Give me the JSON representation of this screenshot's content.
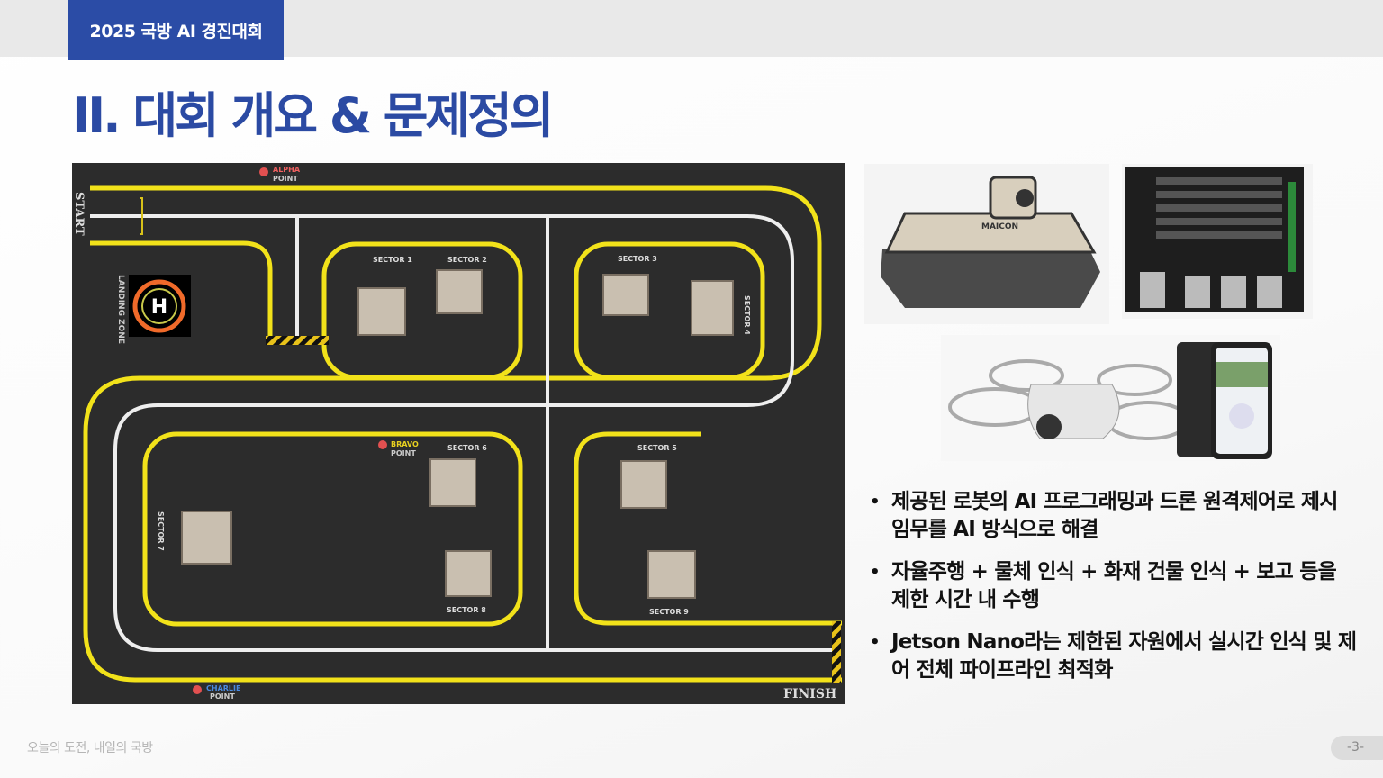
{
  "header": {
    "tab_label": "2025 국방 AI 경진대회",
    "title": "II. 대회 개요 & 문제정의"
  },
  "map": {
    "start": "START",
    "finish": "FINISH",
    "landing_zone": "LANDING ZONE",
    "points": [
      {
        "name": "ALPHA",
        "sub": "POINT"
      },
      {
        "name": "BRAVO",
        "sub": "POINT"
      },
      {
        "name": "CHARLIE",
        "sub": "POINT"
      }
    ],
    "sectors": [
      "SECTOR 1",
      "SECTOR 2",
      "SECTOR 3",
      "SECTOR 4",
      "SECTOR 5",
      "SECTOR 6",
      "SECTOR 7",
      "SECTOR 8",
      "SECTOR 9"
    ]
  },
  "images": {
    "tank_label": "MAICON"
  },
  "bullets": [
    "제공된 로봇의 AI 프로그래밍과 드론 원격제어로 제시 임무를 AI 방식으로 해결",
    "자율주행 + 물체 인식 + 화재 건물 인식 + 보고 등을 제한 시간 내 수행",
    "Jetson Nano라는 제한된 자원에서 실시간 인식 및 제어 전체 파이프라인 최적화"
  ],
  "footer": {
    "slogan": "오늘의 도전, 내일의 국방",
    "page": "-3-"
  },
  "colors": {
    "brand": "#2b4ca6",
    "track_yellow": "#f2e21a",
    "map_bg": "#2c2c2c"
  }
}
